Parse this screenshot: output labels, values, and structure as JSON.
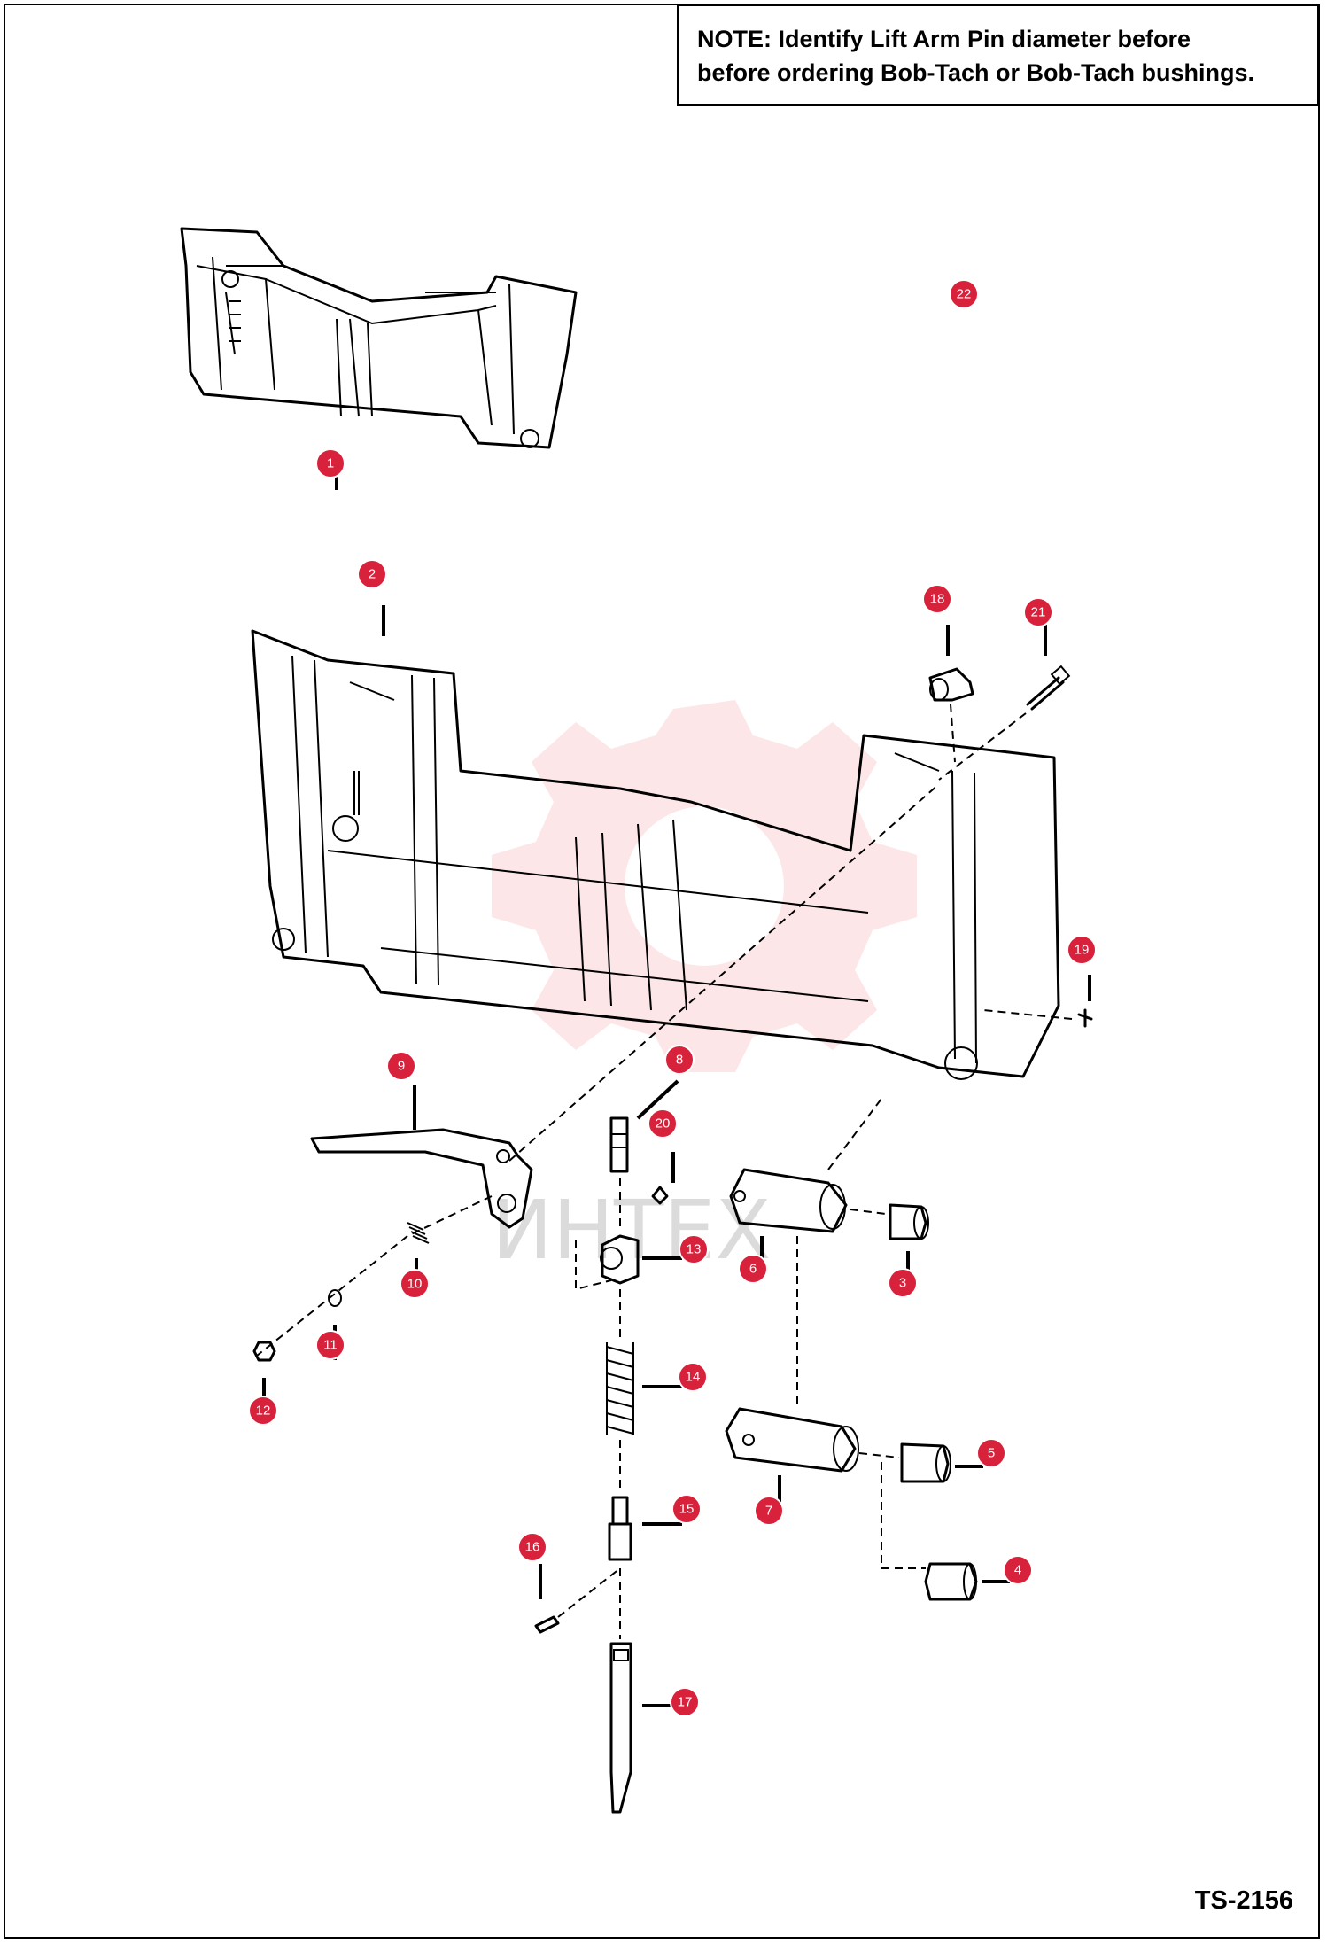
{
  "note": {
    "line1": "NOTE: Identify Lift Arm Pin diameter before",
    "line2": "before ordering Bob-Tach or Bob-Tach bushings."
  },
  "drawing_code": "TS-2156",
  "watermark": "ИНТЕХ",
  "callout_color": "#d8213b",
  "callouts": [
    "1",
    "2",
    "3",
    "4",
    "5",
    "6",
    "7",
    "8",
    "9",
    "10",
    "11",
    "12",
    "13",
    "14",
    "15",
    "16",
    "17",
    "18",
    "19",
    "20",
    "21",
    "22"
  ]
}
